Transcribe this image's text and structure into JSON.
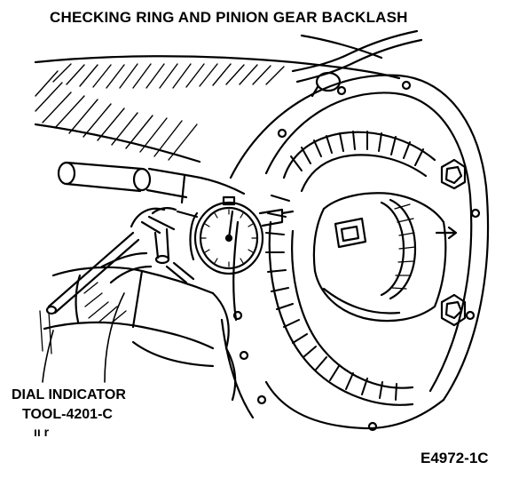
{
  "title": "CHECKING RING AND PINION GEAR BACKLASH",
  "labels": {
    "instrument": "DIAL INDICATOR",
    "tool": "TOOL-4201-C",
    "marks": "ıı       r"
  },
  "figure_code": "E4972-1C",
  "colors": {
    "ink": "#000000",
    "paper": "#ffffff"
  }
}
